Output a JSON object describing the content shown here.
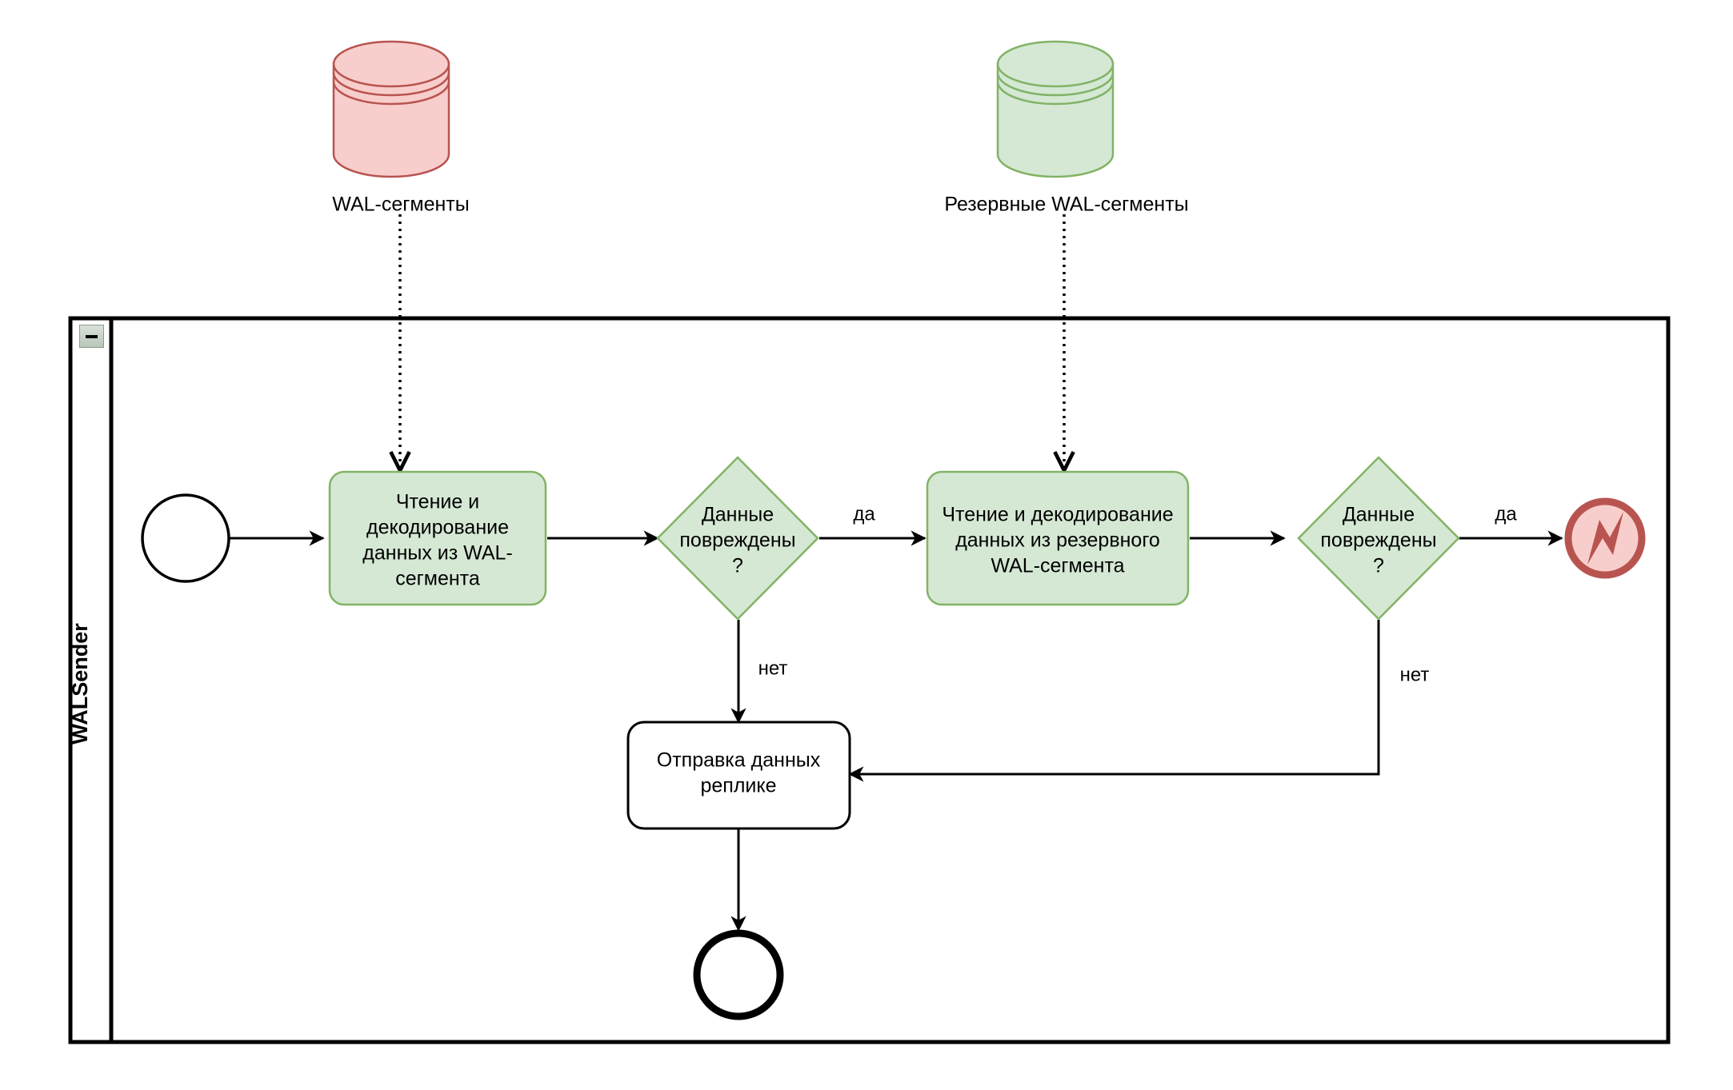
{
  "diagram": {
    "type": "bpmn-flowchart",
    "title_visible": false,
    "pool": {
      "label": "WALSender",
      "collapse_button": "−"
    },
    "colors": {
      "green_fill": "#d5e8d4",
      "green_stroke": "#82b366",
      "pink_fill": "#f8cecc",
      "pink_stroke": "#b85450",
      "line": "#000000",
      "background": "#ffffff"
    },
    "data_stores": [
      {
        "id": "wal-segments",
        "label": "WAL-сегменты",
        "fill": "#f8cecc",
        "stroke": "#b85450"
      },
      {
        "id": "backup-wal-segments",
        "label": "Резервные WAL-сегменты",
        "fill": "#d5e8d4",
        "stroke": "#82b366"
      }
    ],
    "events": [
      {
        "id": "start-event",
        "kind": "start",
        "label": ""
      },
      {
        "id": "end-event",
        "kind": "end",
        "label": ""
      },
      {
        "id": "error-end-event",
        "kind": "error-end",
        "label": "",
        "icon": "error-bolt-icon"
      }
    ],
    "tasks": [
      {
        "id": "task-read-wal",
        "lines": [
          "Чтение и",
          "декодирование",
          "данных из WAL-",
          "сегмента"
        ],
        "style": "green"
      },
      {
        "id": "task-read-backup-wal",
        "lines": [
          "Чтение и декодирование",
          "данных из резервного",
          "WAL-сегмента"
        ],
        "style": "green"
      },
      {
        "id": "task-send-to-replica",
        "lines": [
          "Отправка данных",
          "реплике"
        ],
        "style": "plain"
      }
    ],
    "gateways": [
      {
        "id": "gateway-data-corrupted-1",
        "lines": [
          "Данные",
          "повреждены",
          "?"
        ],
        "style": "green"
      },
      {
        "id": "gateway-data-corrupted-2",
        "lines": [
          "Данные",
          "повреждены",
          "?"
        ],
        "style": "green"
      }
    ],
    "flow_labels": [
      {
        "id": "flow-label-yes-1",
        "text": "да"
      },
      {
        "id": "flow-label-no-1",
        "text": "нет"
      },
      {
        "id": "flow-label-yes-2",
        "text": "да"
      },
      {
        "id": "flow-label-no-2",
        "text": "нет"
      }
    ]
  }
}
